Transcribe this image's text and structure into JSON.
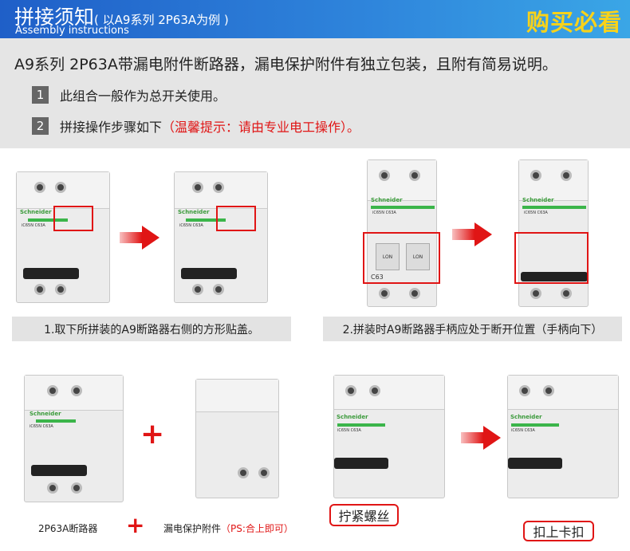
{
  "header": {
    "title": "拼接须知",
    "title_note": "( 以A9系列 2P63A为例 )",
    "subtitle": "Assembly instructions",
    "badge": "购买必看"
  },
  "intro": "A9系列 2P63A带漏电附件断路器，漏电保护附件有独立包装，且附有简易说明。",
  "steps": [
    {
      "num": "1",
      "text": "此组合一般作为总开关使用。",
      "note": ""
    },
    {
      "num": "2",
      "text": "拼接操作步骤如下",
      "note": "（温馨提示：请由专业电工操作）。"
    }
  ],
  "captions": [
    "1.取下所拼装的A9断路器右侧的方形贴盖。",
    "2.拼装时A9断路器手柄应处于断开位置（手柄向下）"
  ],
  "bottom": {
    "breaker_label": "2P63A断路器",
    "plus": "+",
    "accessory_label": "漏电保护附件",
    "accessory_note": "（PS:合上即可）",
    "callout_1": "拧紧螺丝",
    "callout_2": "扣上卡扣"
  },
  "product": {
    "brand": "Schneider",
    "model": "iC65N C63A",
    "lon": "LON",
    "c63": "C63"
  }
}
